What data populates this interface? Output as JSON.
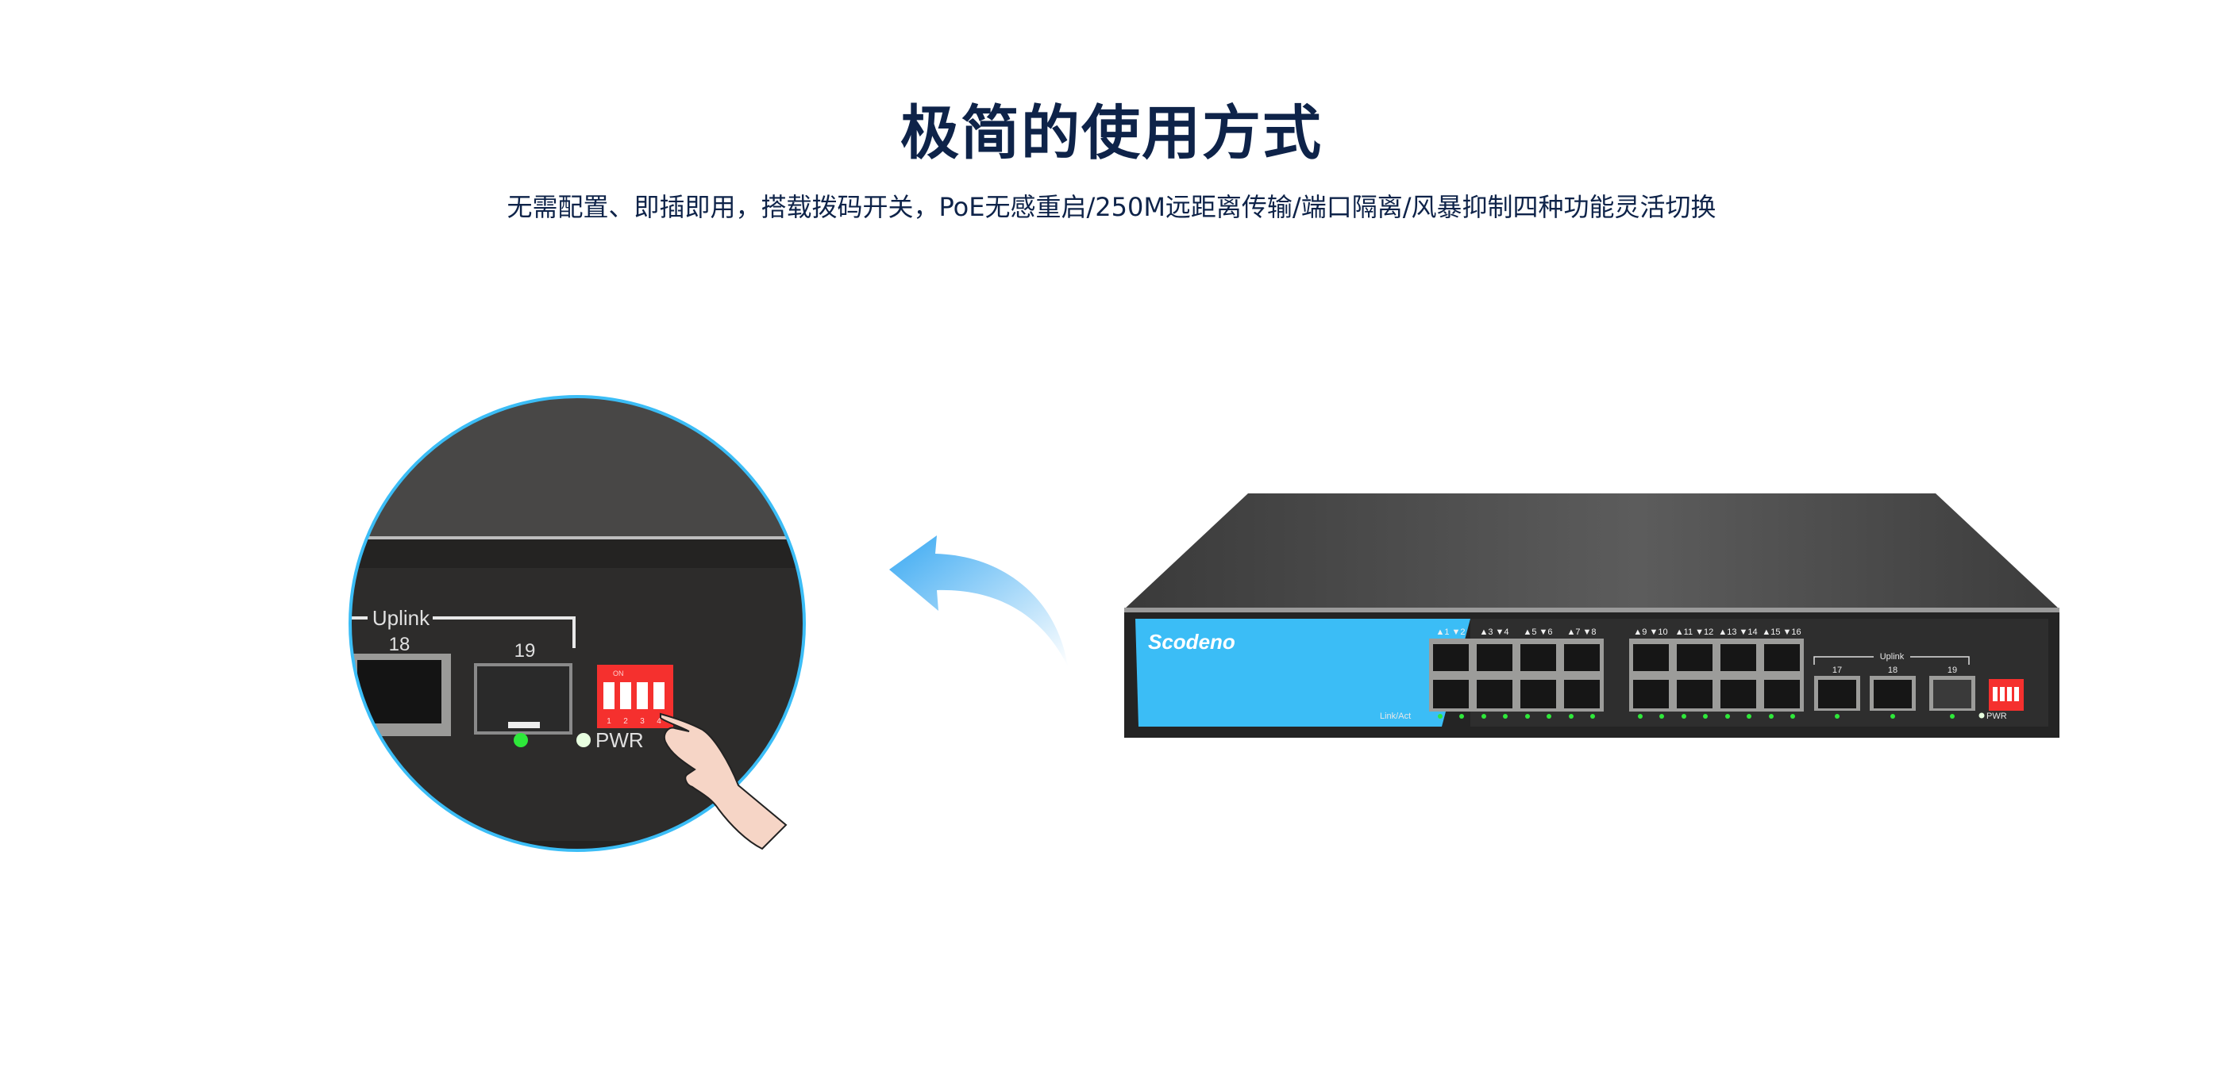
{
  "header": {
    "title": "极简的使用方式",
    "subtitle": "无需配置、即插即用，搭载拨码开关，PoE无感重启/250M远距离传输/端口隔离/风暴抑制四种功能灵活切换"
  },
  "zoom_view": {
    "uplink_label": "Uplink",
    "port_18": "18",
    "port_19": "19",
    "dip_on_label": "ON",
    "dip_numbers": [
      "1",
      "2",
      "3",
      "4"
    ],
    "pwr_label": "PWR"
  },
  "switch": {
    "brand": "Scodeno",
    "port_labels": [
      "▲1 ▼2",
      "▲3 ▼4",
      "▲5 ▼6",
      "▲7 ▼8",
      "▲9 ▼10",
      "▲11 ▼12",
      "▲13 ▼14",
      "▲15 ▼16"
    ],
    "link_act_label": "Link/Act",
    "uplink_label": "Uplink",
    "uplink_ports": [
      "17",
      "18",
      "19"
    ],
    "pwr_label": "PWR"
  },
  "colors": {
    "title": "#0e2349",
    "accent_blue": "#3bbdf6",
    "body_dark": "#2e2e2e",
    "led_green": "#2ee83a",
    "dip_red": "#f5302e"
  }
}
